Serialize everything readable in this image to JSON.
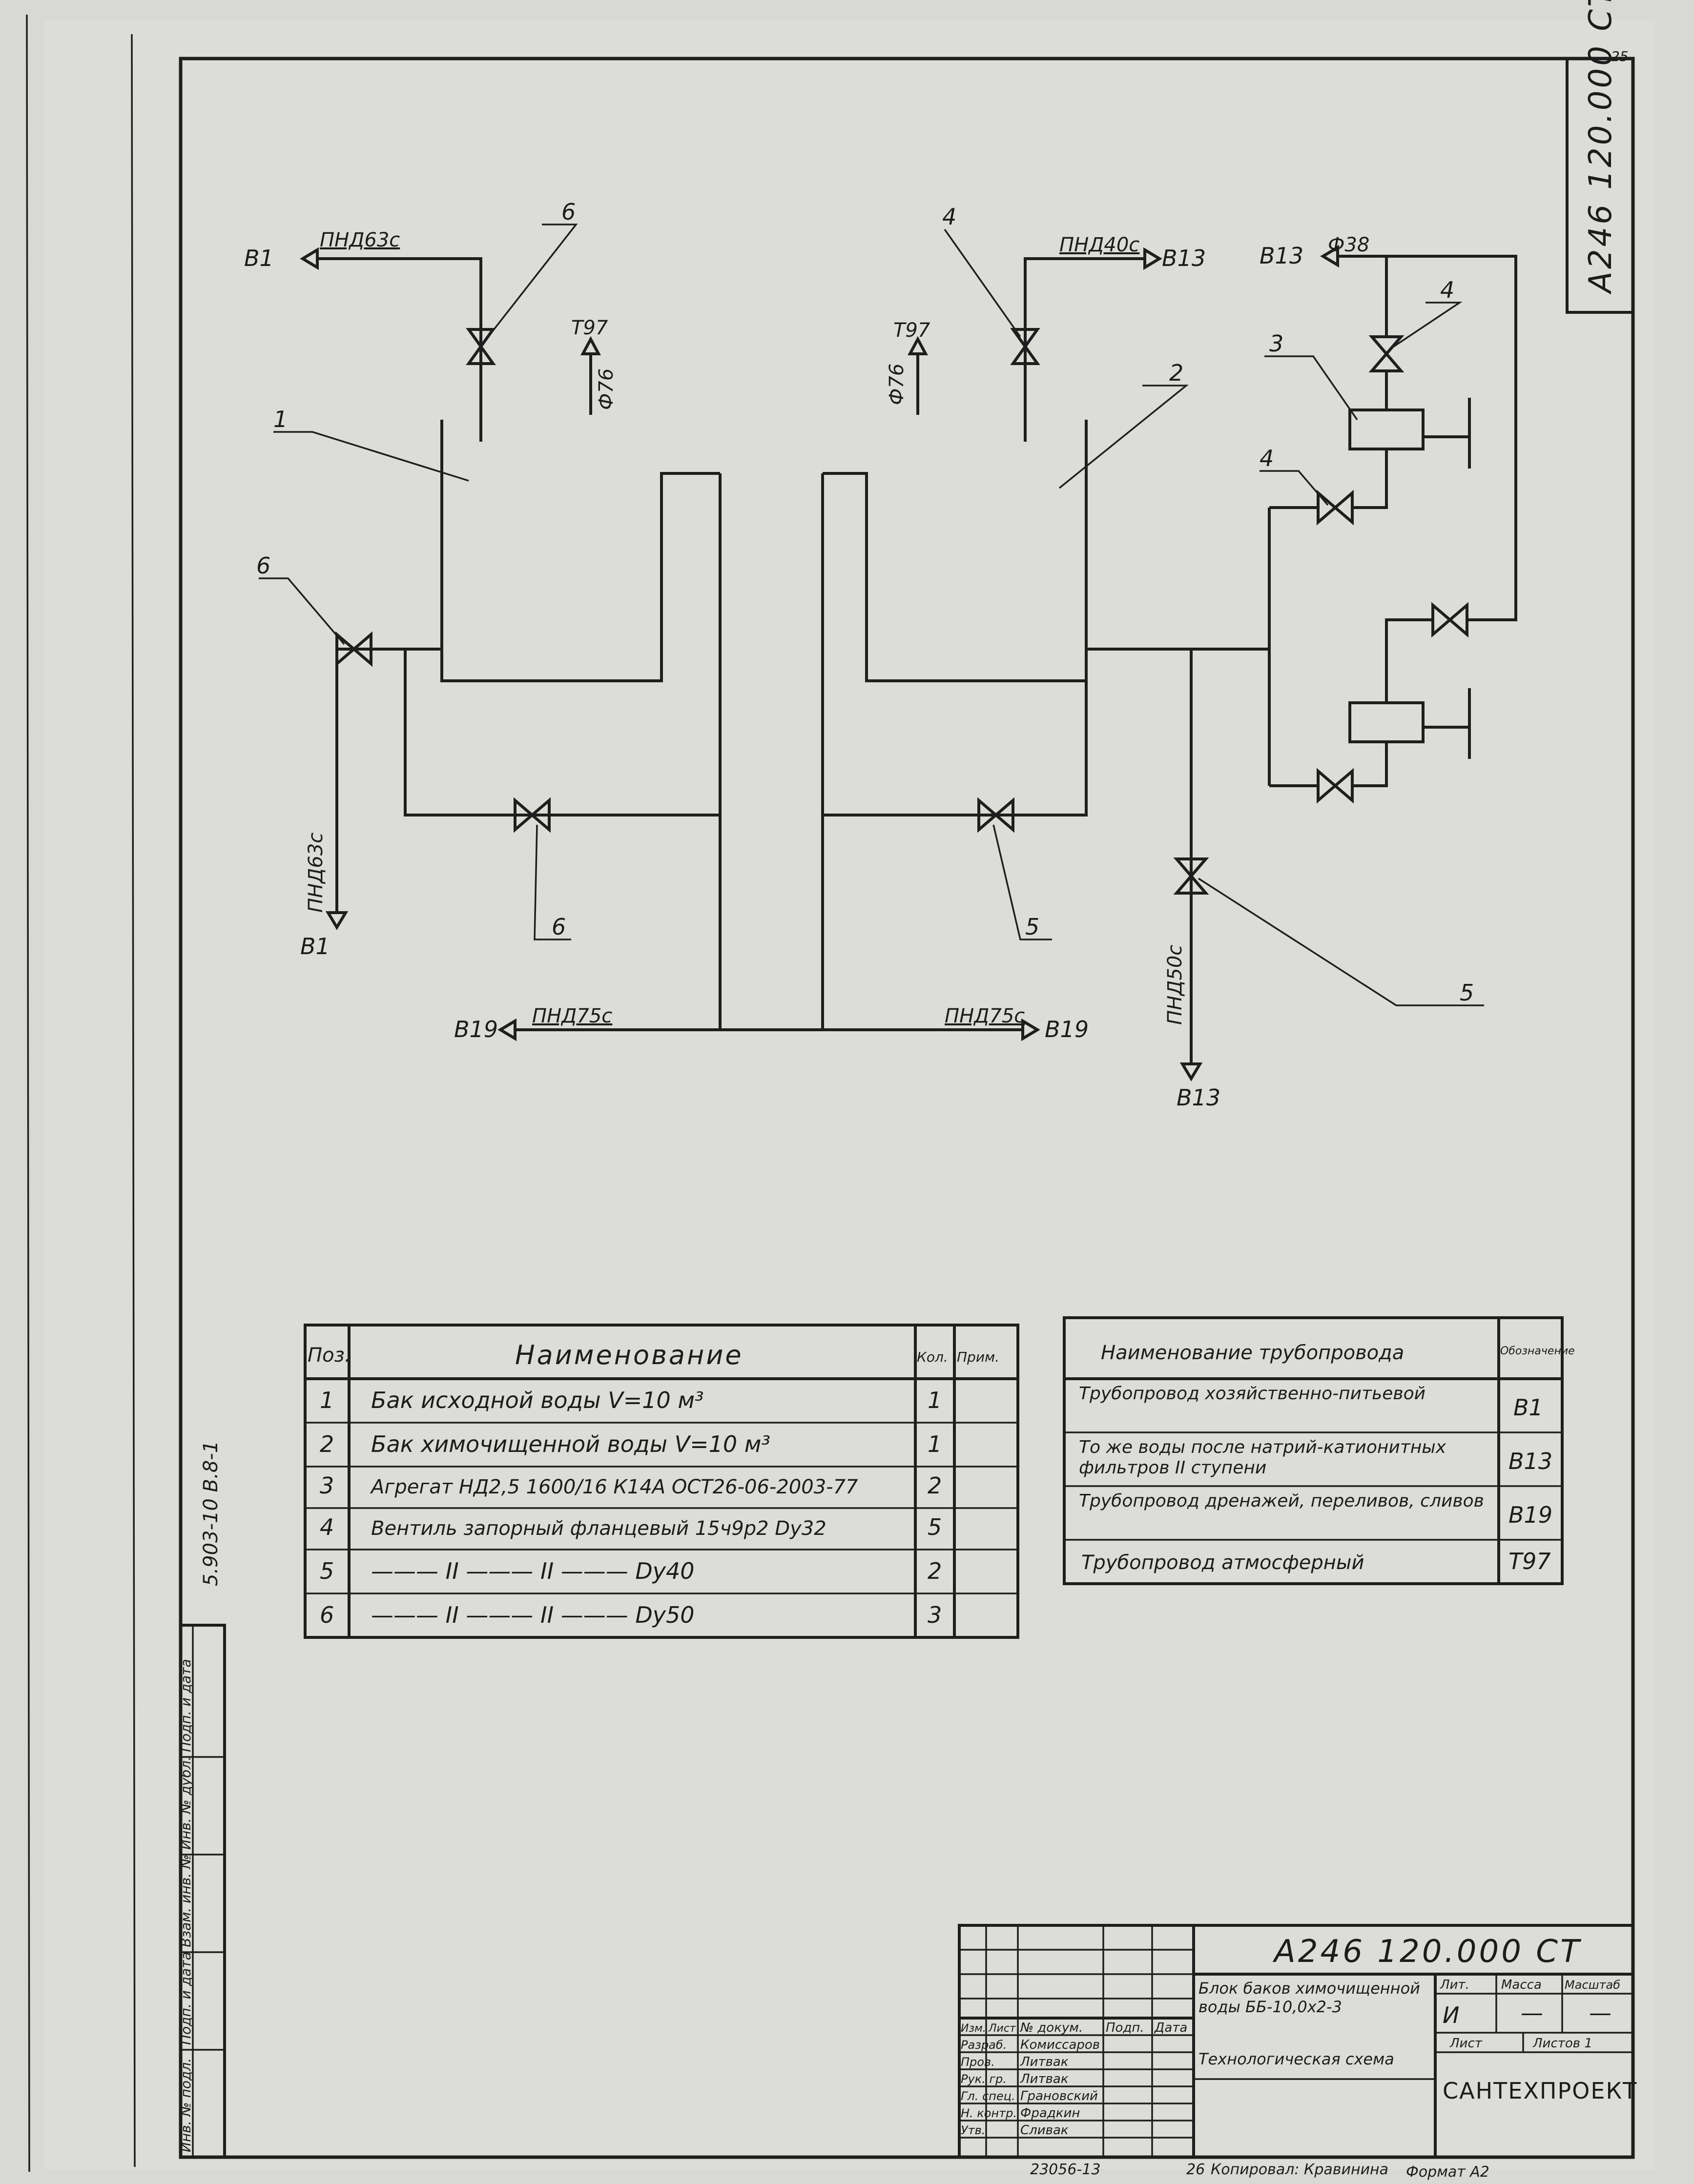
{
  "sheet": {
    "page_number": "25",
    "doc_code": "А246 120.000 СТ",
    "side_code": "5.903-10   В.8-1",
    "copied_by": "Копировал: Кравинина",
    "format": "Формат А2",
    "order_number": "23056-13",
    "order_suffix": "26"
  },
  "diagram": {
    "labels": {
      "b1_top": "В1",
      "pnd63_top": "ПНД63с",
      "b1_bottom": "В1",
      "pnd63_left": "ПНД63с",
      "t97_left": "Т97",
      "d76_left": "Ф76",
      "t97_right": "Т97",
      "d76_right": "Ф76",
      "pnd40": "ПНД40с",
      "b13_top": "В13",
      "b13_right": "В13",
      "d38": "Ф38",
      "b19_left": "В19",
      "pnd75_left": "ПНД75с",
      "pnd75_right": "ПНД75с",
      "b19_right": "В19",
      "pnd50": "ПНД50с",
      "b13_bottom": "В13"
    },
    "callouts": {
      "tank1": "1",
      "tank2": "2",
      "pump_unit": "3",
      "valve_top_left": "6",
      "valve_left": "6",
      "valve_bypass_left": "6",
      "valve_top_right": "4",
      "valve_pump_top": "4",
      "valve_pump_mid": "4",
      "valve_bypass_right": "5",
      "valve_drain": "5"
    }
  },
  "spec_table": {
    "headers": {
      "pos": "Поз.",
      "name": "Наименование",
      "qty": "Кол.",
      "note": "Прим."
    },
    "rows": [
      {
        "pos": "1",
        "name": "Бак исходной воды  V=10 м³",
        "qty": "1",
        "note": ""
      },
      {
        "pos": "2",
        "name": "Бак химочищенной воды  V=10 м³",
        "qty": "1",
        "note": ""
      },
      {
        "pos": "3",
        "name": "Агрегат НД2,5 1600/16 К14А  ОСТ26-06-2003-77",
        "qty": "2",
        "note": ""
      },
      {
        "pos": "4",
        "name": "Вентиль запорный фланцевый 15ч9р2  Dу32",
        "qty": "5",
        "note": ""
      },
      {
        "pos": "5",
        "name": "——— II ——— II ———   Dу40",
        "qty": "2",
        "note": ""
      },
      {
        "pos": "6",
        "name": "——— II ——— II ———   Dу50",
        "qty": "3",
        "note": ""
      }
    ]
  },
  "pipe_table": {
    "headers": {
      "name": "Наименование трубопровода",
      "code": "Обозначение"
    },
    "rows": [
      {
        "name": "Трубопровод хозяйственно-питьевой",
        "code": "В1"
      },
      {
        "name": "То же воды после натрий-катионитных фильтров II ступени",
        "code": "В13"
      },
      {
        "name": "Трубопровод дренажей, переливов, сливов",
        "code": "В19"
      },
      {
        "name": "Трубопровод атмосферный",
        "code": "Т97"
      }
    ]
  },
  "title_block": {
    "code": "А246 120.000 СТ",
    "object_title": "Блок баков химочищенной воды ББ-10,0х2-3",
    "drawing_title": "Технологическая схема",
    "company": "САНТЕХПРОЕКТ",
    "stage": "И",
    "mass": "—",
    "scale": "—",
    "col_headers": [
      "Изм.",
      "Лист",
      "№ докум.",
      "Подп.",
      "Дата"
    ],
    "lit_label": "Лит.",
    "mass_label": "Масса",
    "scale_label": "Масштаб",
    "sheet_label": "Лист",
    "sheets_label": "Листов 1",
    "roles": [
      {
        "role": "Разраб.",
        "name": "Комиссаров"
      },
      {
        "role": "Пров.",
        "name": "Литвак"
      },
      {
        "role": "Рук. гр.",
        "name": "Литвак"
      },
      {
        "role": "Гл. спец.",
        "name": "Грановский"
      },
      {
        "role": "Н. контр.",
        "name": "Фрадкин"
      },
      {
        "role": "Утв.",
        "name": "Сливак"
      }
    ]
  },
  "side_stamp": {
    "cells": [
      "Инв. № подл.",
      "Подп. и дата",
      "Взам. инв. №",
      "Инв. № дубл.",
      "Подп. и дата"
    ]
  }
}
